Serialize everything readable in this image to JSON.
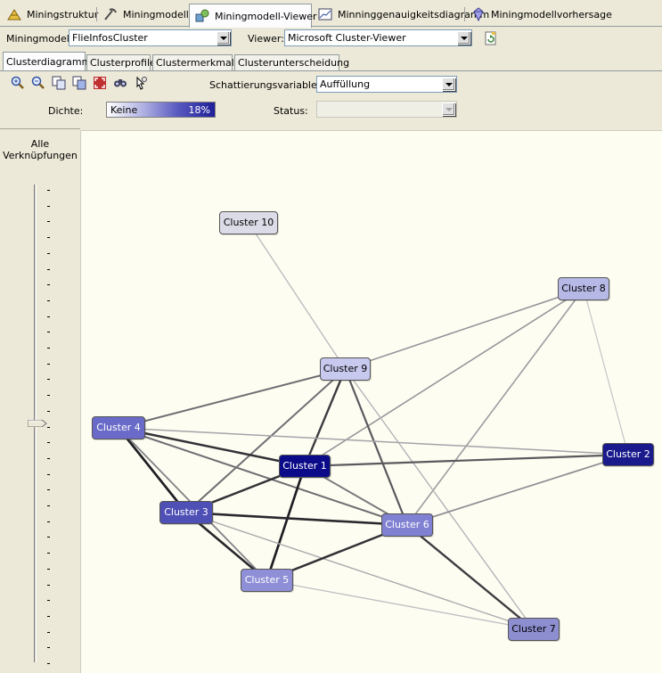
{
  "doc_tabs": [
    {
      "label": "Miningstruktur",
      "icon": "mining-structure-icon",
      "active": false
    },
    {
      "label": "Miningmodelle",
      "icon": "mining-models-icon",
      "active": false
    },
    {
      "label": "Miningmodell-Viewer",
      "icon": "model-viewer-icon",
      "active": true
    },
    {
      "label": "Minninggenauigkeitsdiagramm",
      "icon": "accuracy-chart-icon",
      "active": false
    },
    {
      "label": "Miningmodellvorhersage",
      "icon": "model-prediction-icon",
      "active": false
    }
  ],
  "model_row": {
    "model_label": "Miningmodell:",
    "model_value": "FlieInfosCluster",
    "viewer_label": "Viewer:",
    "viewer_value": "Microsoft Cluster-Viewer"
  },
  "viewer_tabs": [
    {
      "label": "Clusterdiagramm",
      "active": true
    },
    {
      "label": "Clusterprofile",
      "active": false
    },
    {
      "label": "Clustermerkmale",
      "active": false
    },
    {
      "label": "Clusterunterscheidung",
      "active": false
    }
  ],
  "toolbar": {
    "icons": [
      "zoom-in-icon",
      "zoom-out-icon",
      "copy-graph-view-icon",
      "copy-entire-graph-icon",
      "fit-to-window-icon",
      "find-node-icon",
      "pan-icon"
    ],
    "shading_label": "Schattierungsvariable:",
    "shading_value": "Auffüllung",
    "density_label": "Dichte:",
    "density_min": "Keine",
    "density_max": "18%",
    "status_label": "Status:",
    "status_value": ""
  },
  "slider": {
    "title_line1": "Alle",
    "title_line2": "Verknüpfungen",
    "level": 0.5
  },
  "clusters": [
    {
      "id": "c10",
      "label": "Cluster 10",
      "fill": "#dcdce8",
      "text": "#000000"
    },
    {
      "id": "c8",
      "label": "Cluster 8",
      "fill": "#b6b8e6",
      "text": "#000000"
    },
    {
      "id": "c9",
      "label": "Cluster 9",
      "fill": "#c8c9ee",
      "text": "#000000"
    },
    {
      "id": "c4",
      "label": "Cluster 4",
      "fill": "#6a6bc8",
      "text": "#ffffff"
    },
    {
      "id": "c1",
      "label": "Cluster 1",
      "fill": "#0b0b8a",
      "text": "#ffffff"
    },
    {
      "id": "c2",
      "label": "Cluster 2",
      "fill": "#1a1a8c",
      "text": "#ffffff"
    },
    {
      "id": "c3",
      "label": "Cluster 3",
      "fill": "#4f50b6",
      "text": "#ffffff"
    },
    {
      "id": "c6",
      "label": "Cluster 6",
      "fill": "#8081d2",
      "text": "#ffffff"
    },
    {
      "id": "c5",
      "label": "Cluster 5",
      "fill": "#8e8fd6",
      "text": "#ffffff"
    },
    {
      "id": "c7",
      "label": "Cluster 7",
      "fill": "#8d8ed0",
      "text": "#000000"
    }
  ],
  "links": [
    {
      "from": "c10",
      "to": "c9",
      "strength": 0.18
    },
    {
      "from": "c8",
      "to": "c9",
      "strength": 0.35
    },
    {
      "from": "c8",
      "to": "c1",
      "strength": 0.35
    },
    {
      "from": "c8",
      "to": "c6",
      "strength": 0.32
    },
    {
      "from": "c8",
      "to": "c2",
      "strength": 0.12
    },
    {
      "from": "c9",
      "to": "c4",
      "strength": 0.55
    },
    {
      "from": "c9",
      "to": "c1",
      "strength": 0.8
    },
    {
      "from": "c9",
      "to": "c3",
      "strength": 0.55
    },
    {
      "from": "c9",
      "to": "c6",
      "strength": 0.65
    },
    {
      "from": "c9",
      "to": "c7",
      "strength": 0.2
    },
    {
      "from": "c4",
      "to": "c1",
      "strength": 0.85
    },
    {
      "from": "c4",
      "to": "c3",
      "strength": 0.95
    },
    {
      "from": "c4",
      "to": "c6",
      "strength": 0.55
    },
    {
      "from": "c4",
      "to": "c5",
      "strength": 0.45
    },
    {
      "from": "c4",
      "to": "c2",
      "strength": 0.28
    },
    {
      "from": "c1",
      "to": "c2",
      "strength": 0.65
    },
    {
      "from": "c1",
      "to": "c3",
      "strength": 0.85
    },
    {
      "from": "c1",
      "to": "c5",
      "strength": 0.95
    },
    {
      "from": "c1",
      "to": "c6",
      "strength": 0.5
    },
    {
      "from": "c2",
      "to": "c6",
      "strength": 0.4
    },
    {
      "from": "c3",
      "to": "c6",
      "strength": 0.9
    },
    {
      "from": "c3",
      "to": "c5",
      "strength": 0.9
    },
    {
      "from": "c3",
      "to": "c7",
      "strength": 0.25
    },
    {
      "from": "c6",
      "to": "c5",
      "strength": 0.85
    },
    {
      "from": "c6",
      "to": "c7",
      "strength": 0.8
    },
    {
      "from": "c5",
      "to": "c7",
      "strength": 0.15
    }
  ]
}
